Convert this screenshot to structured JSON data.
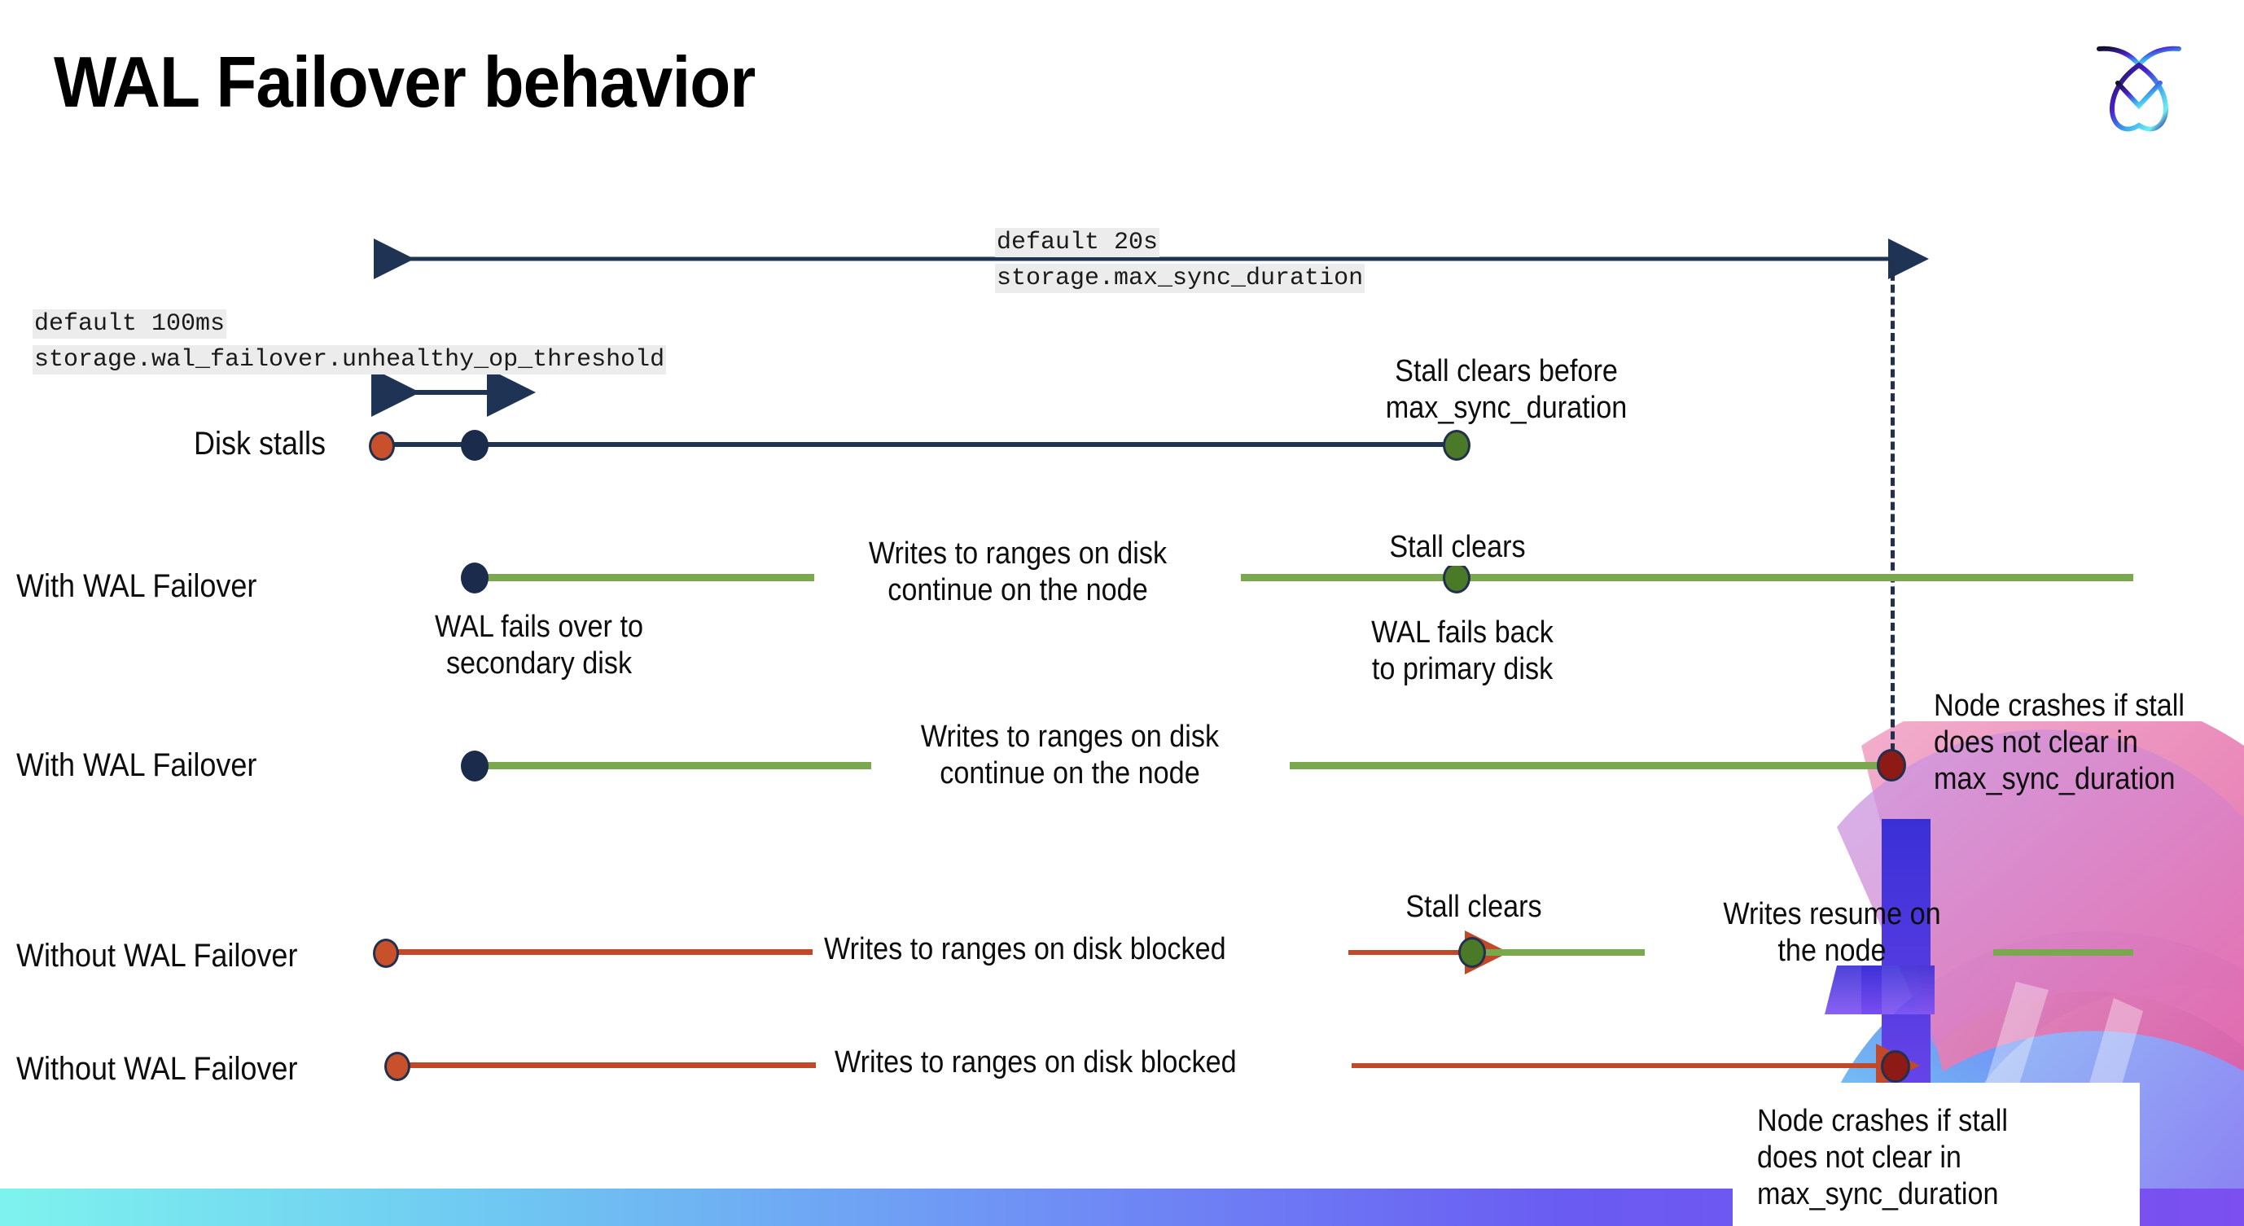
{
  "slide": {
    "title": "WAL Failover behavior",
    "logo_name": "cockroachdb-logo"
  },
  "settings": [
    {
      "id": "max-sync-duration",
      "default_label": "default 20s",
      "setting_name": "storage.max_sync_duration"
    },
    {
      "id": "unhealthy-op-threshold",
      "default_label": "default 100ms",
      "setting_name": "storage.wal_failover.unhealthy_op_threshold"
    }
  ],
  "rows": [
    {
      "id": "disk-stalls",
      "label": "Disk stalls"
    },
    {
      "id": "with-wal-failover-1",
      "label": "With WAL Failover"
    },
    {
      "id": "with-wal-failover-2",
      "label": "With WAL Failover"
    },
    {
      "id": "without-wal-failover-1",
      "label": "Without WAL Failover"
    },
    {
      "id": "without-wal-failover-2",
      "label": "Without WAL Failover"
    }
  ],
  "annotations": {
    "stall_clears_before": "Stall clears before\nmax_sync_duration",
    "wal_fails_over": "WAL fails over to\nsecondary disk",
    "writes_continue_1": "Writes to ranges on disk\ncontinue on the node",
    "stall_clears_1": "Stall clears",
    "wal_fails_back": "WAL fails  back\nto primary disk",
    "writes_continue_2": "Writes to ranges on disk\ncontinue on the node",
    "node_crashes_1": "Node crashes if stall\ndoes not clear in\nmax_sync_duration",
    "writes_blocked_1": "Writes to ranges on disk  blocked",
    "stall_clears_2": "Stall clears",
    "writes_resume": "Writes resume on\nthe node",
    "writes_blocked_2": "Writes to ranges on disk  blocked",
    "node_crashes_2": "Node crashes if stall\ndoes not clear in\nmax_sync_duration"
  },
  "colors": {
    "navy": "#1f3355",
    "green_line": "#79a84f",
    "red_line": "#c1492a",
    "dot_orange": "#c8512c",
    "dot_navy": "#1b2b4b",
    "dot_green": "#4a7a28",
    "dot_dark_red": "#8d1a14",
    "code_bg": "#ececec",
    "title_color": "#000000"
  }
}
